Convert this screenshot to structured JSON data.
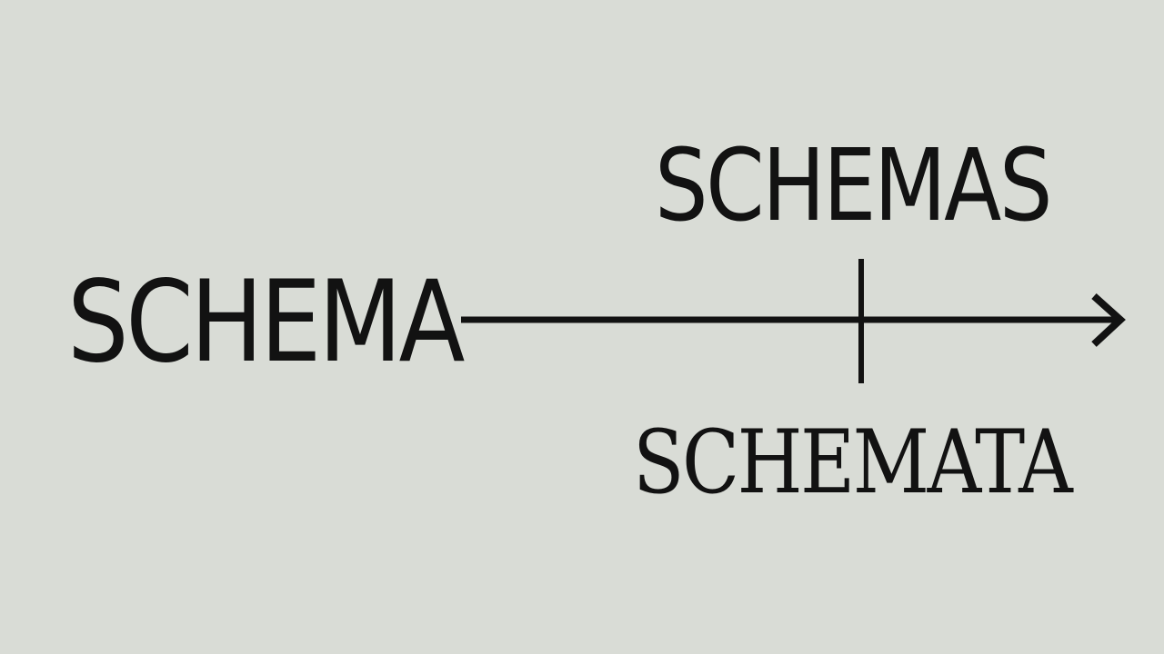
{
  "diagram": {
    "singular_label": "SCHEMA",
    "plural_labels": {
      "above": "SCHEMAS",
      "below": "SCHEMATA"
    },
    "colors": {
      "background": "#d9dcd6",
      "ink": "#121212"
    }
  }
}
